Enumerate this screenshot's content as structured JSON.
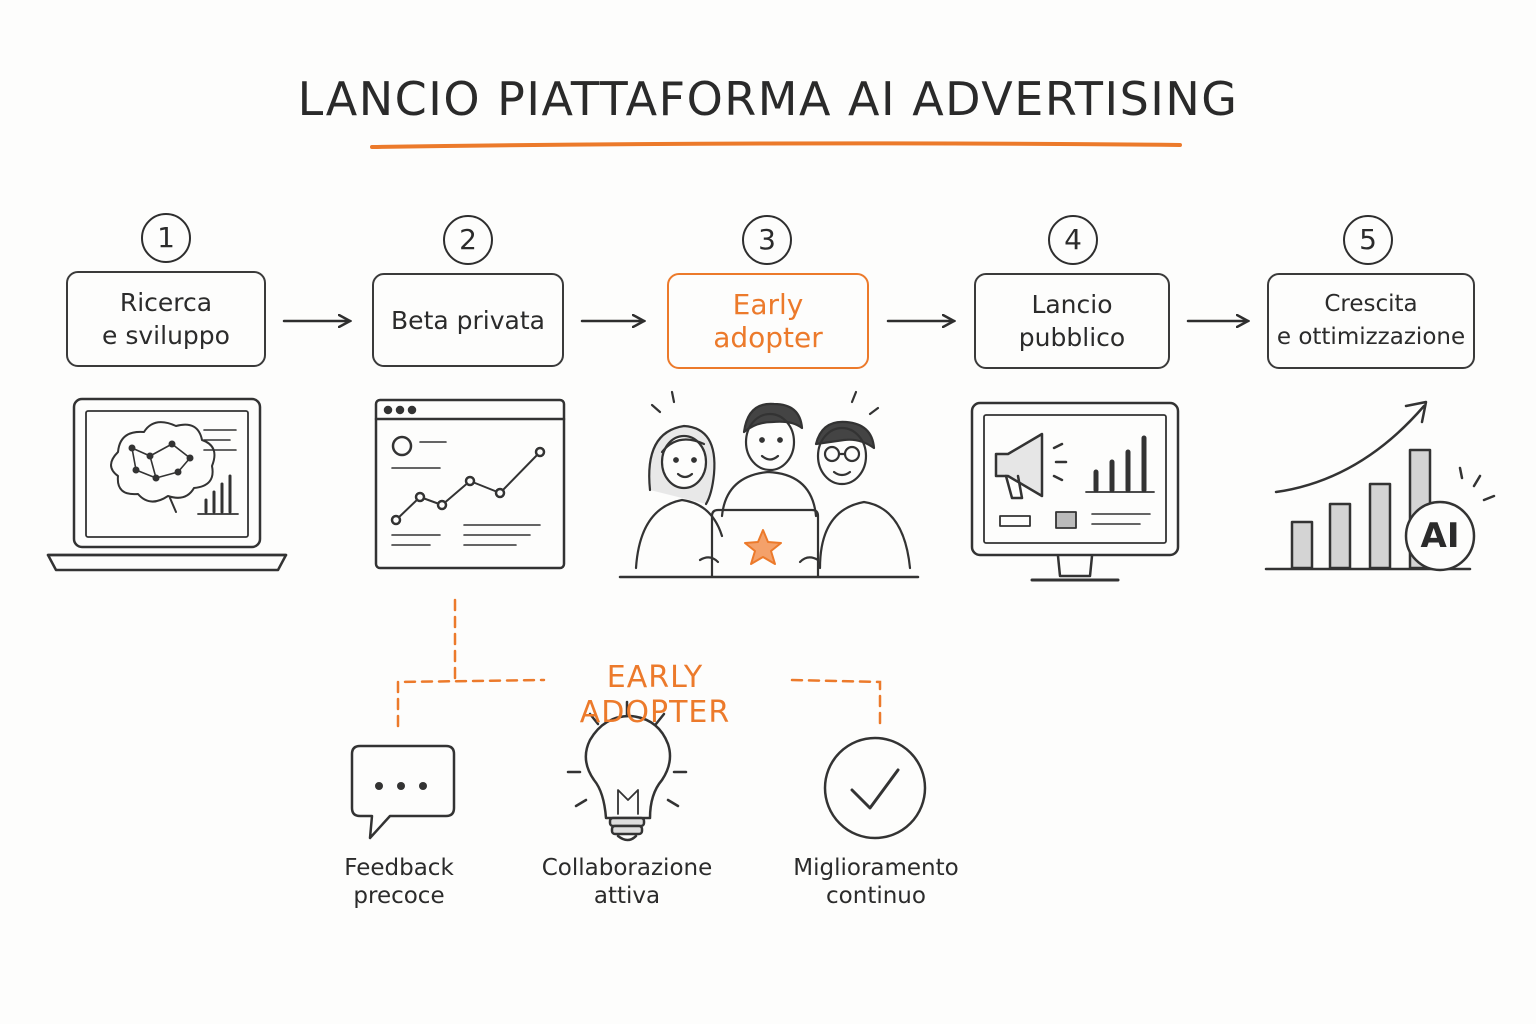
{
  "title": "LANCIO PIATTAFORMA AI ADVERTISING",
  "colors": {
    "accent": "#ec7a2b",
    "ink": "#2e2e2e",
    "background": "#fdfdfc"
  },
  "steps": [
    {
      "number": "1",
      "lines": [
        "Ricerca",
        "e sviluppo"
      ],
      "icon": "laptop-brain-icon"
    },
    {
      "number": "2",
      "lines": [
        "Beta privata"
      ],
      "icon": "browser-chart-icon"
    },
    {
      "number": "3",
      "lines": [
        "Early",
        "adopter"
      ],
      "icon": "people-laptop-icon",
      "highlight": true
    },
    {
      "number": "4",
      "lines": [
        "Lancio",
        "pubblico"
      ],
      "icon": "monitor-megaphone-icon"
    },
    {
      "number": "5",
      "lines": [
        "Crescita",
        "e ottimizzazione"
      ],
      "icon": "growth-ai-icon"
    }
  ],
  "early_adopter": {
    "label": "EARLY ADOPTER",
    "benefits": [
      {
        "lines": [
          "Feedback",
          "precoce"
        ],
        "icon": "speech-bubble-icon"
      },
      {
        "lines": [
          "Collaborazione",
          "attiva"
        ],
        "icon": "lightbulb-icon"
      },
      {
        "lines": [
          "Miglioramento",
          "continuo"
        ],
        "icon": "checkmark-circle-icon"
      }
    ],
    "ai_badge": "AI"
  }
}
